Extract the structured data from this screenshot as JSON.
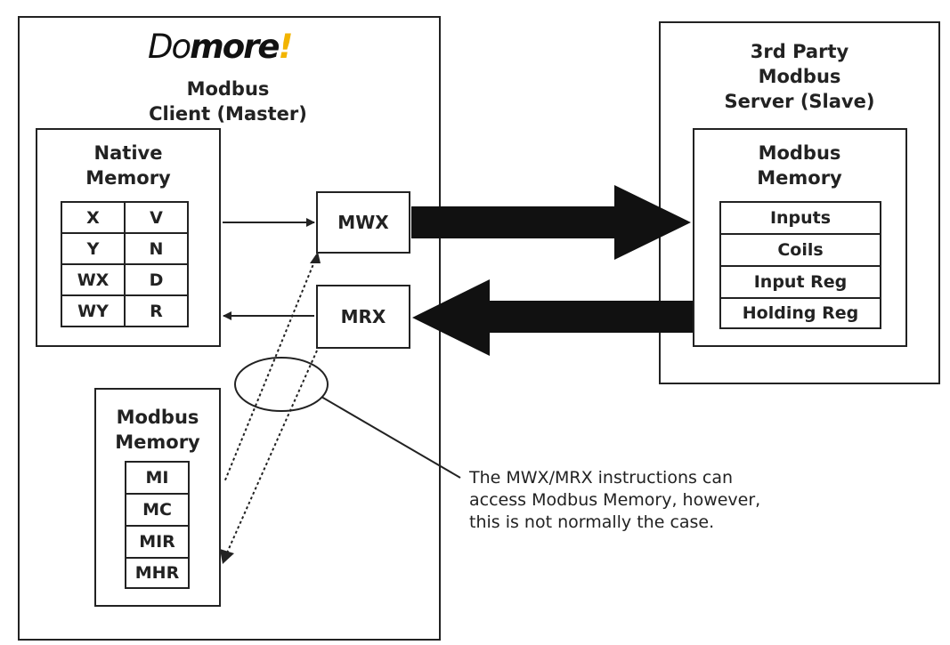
{
  "client": {
    "logo_prefix": "Do",
    "logo_main": "more",
    "logo_suffix": "!",
    "title_line1": "Modbus",
    "title_line2": "Client (Master)",
    "native_memory": {
      "title_line1": "Native",
      "title_line2": "Memory",
      "cells": [
        [
          "X",
          "V"
        ],
        [
          "Y",
          "N"
        ],
        [
          "WX",
          "D"
        ],
        [
          "WY",
          "R"
        ]
      ]
    },
    "modbus_memory": {
      "title_line1": "Modbus",
      "title_line2": "Memory",
      "cells": [
        "MI",
        "MC",
        "MIR",
        "MHR"
      ]
    },
    "instructions": {
      "write": "MWX",
      "read": "MRX"
    }
  },
  "server": {
    "title_line1": "3rd Party",
    "title_line2": "Modbus",
    "title_line3": "Server (Slave)",
    "modbus_memory": {
      "title_line1": "Modbus",
      "title_line2": "Memory",
      "cells": [
        "Inputs",
        "Coils",
        "Input Reg",
        "Holding Reg"
      ]
    }
  },
  "note": {
    "text": "The MWX/MRX instructions can\naccess Modbus Memory, however,\nthis is not normally the case."
  },
  "colors": {
    "line": "#222222",
    "logo_accent": "#f2b400"
  }
}
